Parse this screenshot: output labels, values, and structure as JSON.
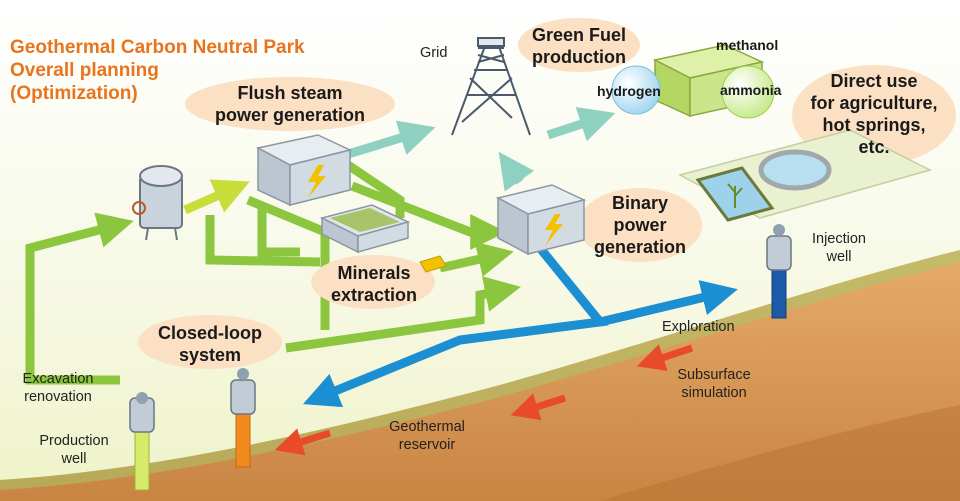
{
  "title": [
    "Geothermal Carbon Neutral Park",
    "Overall planning",
    "(Optimization)"
  ],
  "nodes": {
    "flush": [
      "Flush steam",
      "power generation"
    ],
    "green": [
      "Green Fuel",
      "production"
    ],
    "direct": [
      "Direct use",
      "for agriculture,",
      "hot springs,",
      "etc."
    ],
    "binary": [
      "Binary",
      "power",
      "generation"
    ],
    "minerals": [
      "Minerals",
      "extraction"
    ],
    "closed": [
      "Closed-loop",
      "system"
    ]
  },
  "labels": {
    "grid": "Grid",
    "hydrogen": "hydrogen",
    "methanol": "methanol",
    "ammonia": "ammonia",
    "injection": [
      "Injection",
      "well"
    ],
    "exploration": "Exploration",
    "subsurface": [
      "Subsurface",
      "simulation"
    ],
    "reservoir": [
      "Geothermal",
      "reservoir"
    ],
    "excavation": [
      "Excavation",
      "renovation"
    ],
    "production": [
      "Production",
      "well"
    ]
  },
  "colors": {
    "title": "#e8741e",
    "bubble": "#fbe0c4",
    "green_flow": "#8cc63f",
    "teal_flow": "#8fd1c0",
    "blue_flow": "#1b8fd1",
    "red_arrow": "#e84a2a",
    "ground": "#d99a5a",
    "building": "#cfd8e0"
  }
}
